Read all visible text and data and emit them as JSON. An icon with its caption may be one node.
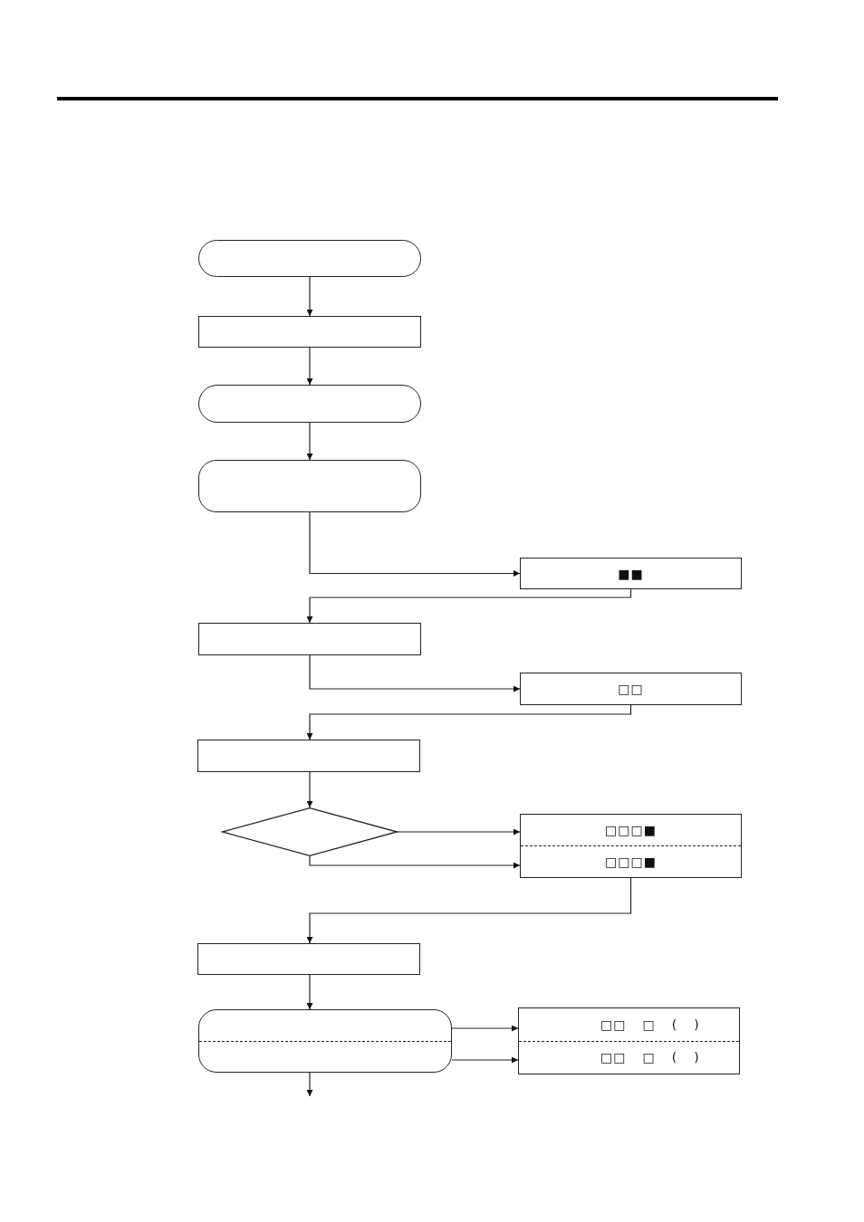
{
  "diagram": {
    "nodes": [
      {
        "text": [],
        "shape": "pill"
      },
      {
        "text": [],
        "shape": "box"
      },
      {
        "text": [],
        "shape": "pill"
      },
      {
        "text": [],
        "shape": "rounded"
      },
      {
        "text": [
          "■■"
        ]
      },
      {
        "text": [],
        "shape": "box"
      },
      {
        "text": [
          "□□"
        ]
      },
      {
        "text": [],
        "shape": "box"
      },
      {
        "text": [],
        "shape": "diamond"
      },
      {
        "text": [
          "□□□■",
          "□□□■"
        ]
      },
      {
        "text": [],
        "shape": "box"
      },
      {
        "text": [],
        "shape": "rounded"
      },
      {
        "text": [
          "□□ □ ( )",
          "□□ □ ( )"
        ]
      }
    ],
    "edges": [
      {
        "from": 0,
        "to": 1,
        "arrow": "to"
      },
      {
        "from": 1,
        "to": 2,
        "arrow": "to"
      },
      {
        "from": 2,
        "to": 3,
        "arrow": "to"
      },
      {
        "from": 3,
        "to": 4,
        "arrow": "to"
      },
      {
        "from": 4,
        "to": 5,
        "arrow": "to"
      },
      {
        "from": 5,
        "to": 6,
        "arrow": "to"
      },
      {
        "from": 6,
        "to": 7,
        "arrow": "to"
      },
      {
        "from": 7,
        "to": 8,
        "arrow": "to"
      },
      {
        "from": 8,
        "to": 9,
        "arrow": "to"
      },
      {
        "from": 8,
        "to": 9,
        "arrow": "to"
      },
      {
        "from": 9,
        "to": 10,
        "arrow": "to"
      },
      {
        "from": 10,
        "to": 11,
        "arrow": "to"
      },
      {
        "from": 11,
        "to": 12,
        "arrow": "to"
      },
      {
        "from": 11,
        "to": 12,
        "arrow": "to"
      },
      {
        "from": 11,
        "to": null,
        "arrow": "to"
      }
    ]
  }
}
